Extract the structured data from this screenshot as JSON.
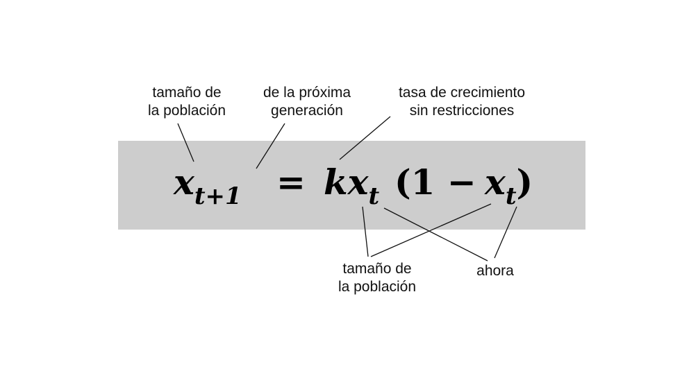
{
  "labels": {
    "pop_top": [
      "tamaño de",
      "la población"
    ],
    "next_gen": [
      "de la próxima",
      "generación"
    ],
    "growth": [
      "tasa de crecimiento",
      "sin restricciones"
    ],
    "pop_bottom": [
      "tamaño de",
      "la población"
    ],
    "now": "ahora"
  },
  "equation": {
    "x": "x",
    "sub_next": "t+1",
    "equals": "=",
    "k": "k",
    "sub_t": "t",
    "open": "(1 −",
    "close": ")"
  }
}
